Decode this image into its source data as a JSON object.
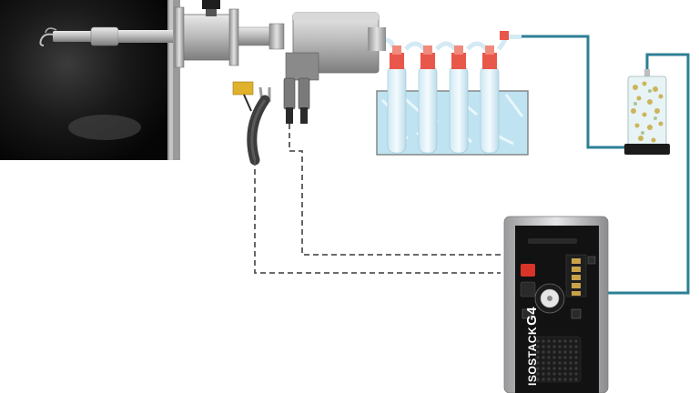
{
  "instrument": {
    "brand": "ISOSTACK",
    "model": "G4"
  },
  "colors": {
    "stack_dark": "#0b0b0b",
    "water_line": "#2d7f95",
    "signal_line": "#555555",
    "impinger_cap": "#e8574a",
    "ice_blue": "#bfe3f1",
    "probe_sensor": "#e0b12b",
    "control_panel": "#121212",
    "housing_grey": "#cfcfd1"
  },
  "components": {
    "impinger_count": 4,
    "thermocouple_connectors": 2
  }
}
